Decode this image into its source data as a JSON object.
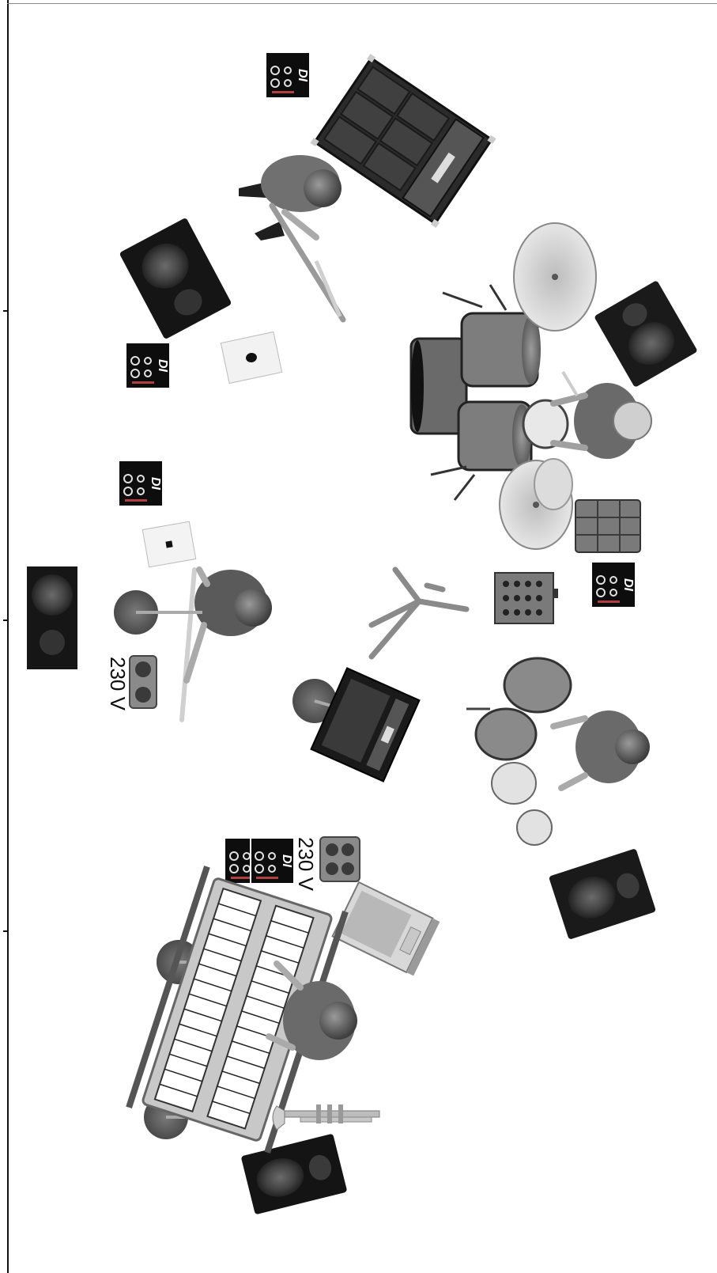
{
  "stage_plot": {
    "di_boxes": [
      {
        "id": "di-1",
        "label": "DI"
      },
      {
        "id": "di-2",
        "label": "DI"
      },
      {
        "id": "di-3",
        "label": "DI"
      },
      {
        "id": "di-4",
        "label": "DI"
      },
      {
        "id": "di-5",
        "label": "DI"
      },
      {
        "id": "di-6",
        "label": "DI"
      }
    ],
    "power_outlets": [
      {
        "id": "outlet-2",
        "label": "230 V"
      },
      {
        "id": "outlet-4",
        "label": "230 V"
      }
    ],
    "colors": {
      "monitor": "#1b1b1b",
      "mic": "#6a6a6a",
      "drum_shell": "#7a7a7a",
      "cymbal": "#d8d8d8",
      "person": "#5a5a5a"
    }
  }
}
